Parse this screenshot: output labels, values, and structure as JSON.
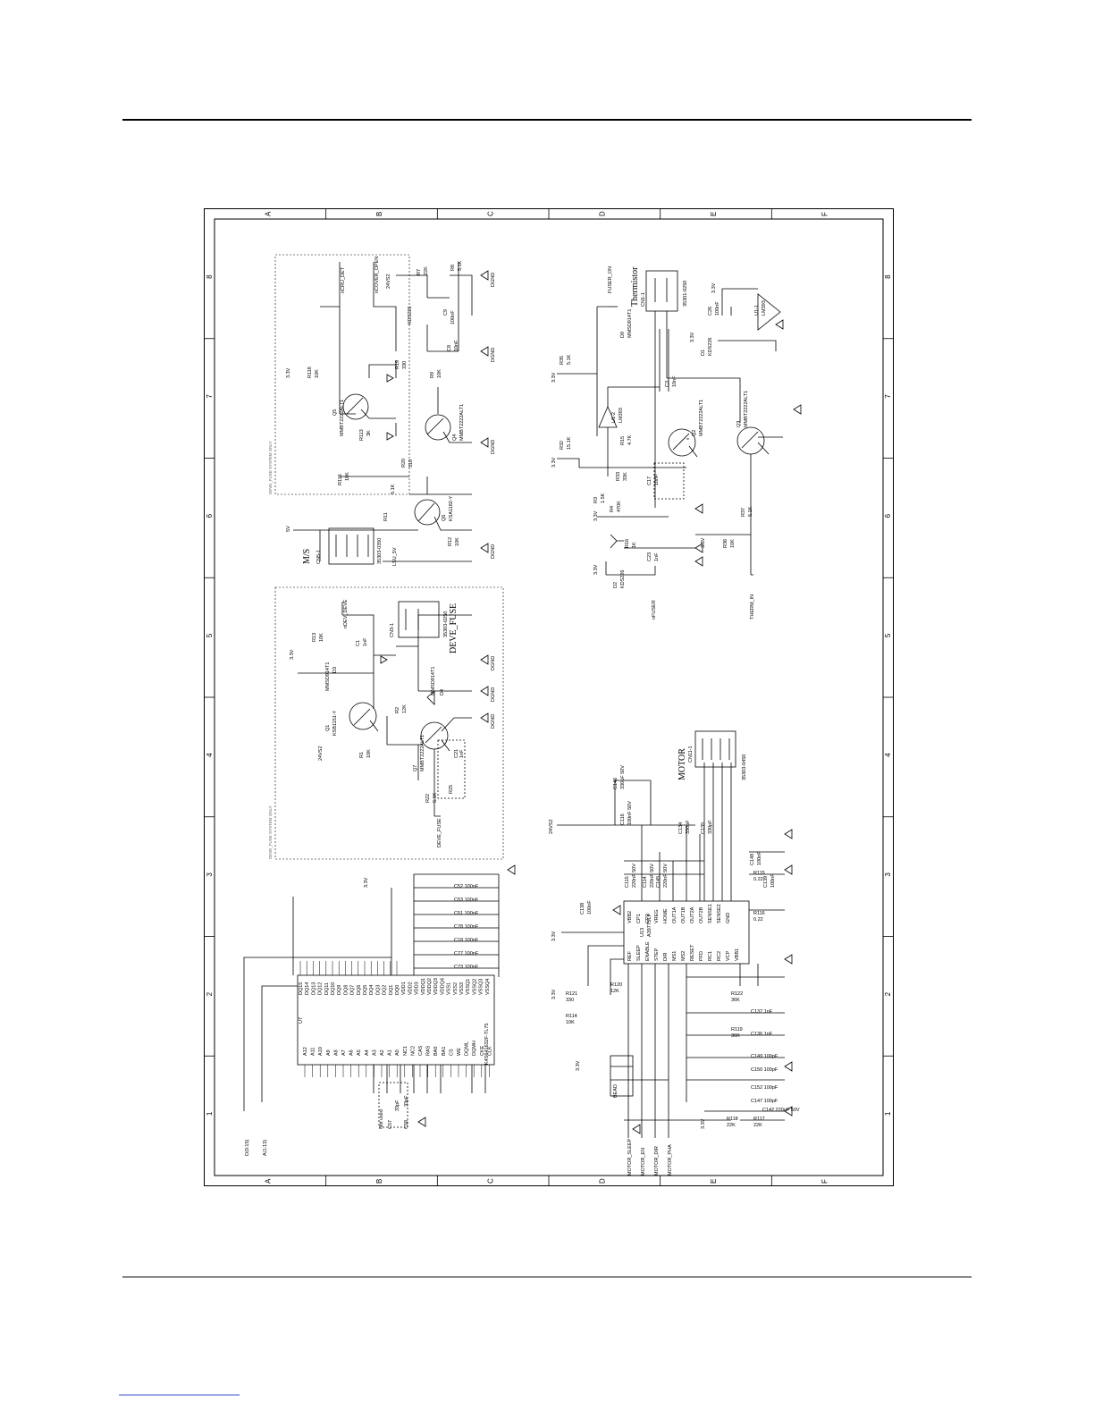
{
  "border": {
    "zones_letters": [
      "A",
      "B",
      "C",
      "D",
      "E",
      "F"
    ],
    "zones_numbers": [
      "8",
      "7",
      "6",
      "5",
      "4",
      "3",
      "2",
      "1"
    ]
  },
  "sections": {
    "deve_fuse_top": "DEVE_FUSE SYSTEM ONLY",
    "deve_fuse_mid": "DEVE_FUSE SYSTEM ONLY"
  },
  "connectors": {
    "mvs": {
      "name": "M/S",
      "ref": "CN5-1",
      "part": "35303-0350"
    },
    "deve_fuse": {
      "name": "DEVE_FUSE",
      "ref": "CN3-1",
      "part": "35303-0250"
    },
    "thermistor": {
      "name": "Thermistor",
      "ref": "CN1-1",
      "part": "35301-0250"
    },
    "motor": {
      "name": "MOTOR",
      "ref": "CN11-1",
      "part": "35303-0450"
    }
  },
  "nets": [
    "nCRU_DET",
    "nCOVER_OPEN",
    "FUSER_ON",
    "nFUSER",
    "THERM_IN",
    "DEVE_FUSE",
    "nDEV_DEVE",
    "5V",
    "3.3V",
    "24VS2",
    "DGND",
    "LSU_5V",
    "D(0:15)",
    "A(1:13)",
    "MOTOR_SLEEP",
    "MOTOR_EN",
    "MOTOR_DIR",
    "MOTOR_PHA"
  ],
  "parts_top_left": [
    {
      "ref": "R118",
      "value": "10K"
    },
    {
      "ref": "R113",
      "value": "3K"
    },
    {
      "ref": "Q5",
      "value": "MMBT2222ALT1"
    },
    {
      "ref": "R116",
      "value": "10K"
    },
    {
      "ref": "R19",
      "value": "330"
    },
    {
      "ref": "R7",
      "value": "22K"
    },
    {
      "ref": "R8",
      "value": "5.1K"
    },
    {
      "ref": "C9",
      "value": "100nF"
    },
    {
      "ref": "C8",
      "value": "10nF"
    },
    {
      "ref": "R9",
      "value": "10K"
    },
    {
      "ref": "Q4",
      "value": "MMBT2222ALT1"
    },
    {
      "ref": "R20",
      "value": "510"
    },
    {
      "ref": "R11",
      "value": "5.1K"
    },
    {
      "ref": "Q6",
      "value": "KSA1182-Y"
    },
    {
      "ref": "R12",
      "value": "10K"
    },
    {
      "ref": "KDS226",
      "value": "D8"
    }
  ],
  "parts_mid_left": [
    {
      "ref": "R13",
      "value": "10K"
    },
    {
      "ref": "C1",
      "value": "1nF"
    },
    {
      "ref": "D3",
      "value": "MMSD914T1"
    },
    {
      "ref": "D4",
      "value": "MMSD914T1"
    },
    {
      "ref": "Q1",
      "value": "KSB1151-Y"
    },
    {
      "ref": "R2",
      "value": "12K"
    },
    {
      "ref": "R1",
      "value": "10K"
    },
    {
      "ref": "Q7",
      "value": "MMBT2222ALT1"
    },
    {
      "ref": "R22",
      "value": "5.1K"
    },
    {
      "ref": "R25",
      "value": "10K"
    },
    {
      "ref": "C21",
      "value": "1nF"
    }
  ],
  "sdram": {
    "ref": "U7",
    "part": "K4S641632F-TL75",
    "caps": [
      {
        "ref": "C52",
        "value": "100nF"
      },
      {
        "ref": "C53",
        "value": "100nF"
      },
      {
        "ref": "C51",
        "value": "100nF"
      },
      {
        "ref": "C78",
        "value": "100nF"
      },
      {
        "ref": "C18",
        "value": "100nF"
      },
      {
        "ref": "C77",
        "value": "100nF"
      },
      {
        "ref": "C73",
        "value": "100nF"
      }
    ],
    "pins_left": [
      "A12",
      "A11",
      "A10",
      "A9",
      "A8",
      "A7",
      "A6",
      "A5",
      "A4",
      "A3",
      "A2",
      "A1",
      "A0",
      "NC1",
      "NC2",
      "CAS",
      "RAS",
      "BA0",
      "BA1",
      "CS",
      "WE",
      "DQML",
      "DQMH",
      "CKE",
      "CLK"
    ],
    "pins_right": [
      "DQ15",
      "DQ14",
      "DQ13",
      "DQ12",
      "DQ11",
      "DQ10",
      "DQ9",
      "DQ8",
      "DQ7",
      "DQ6",
      "DQ5",
      "DQ4",
      "DQ3",
      "DQ2",
      "DQ1",
      "DQ0",
      "VDD1",
      "VDD2",
      "VDD3",
      "VDDQ1",
      "VDDQ2",
      "VDDQ3",
      "VDDQ4",
      "VSS1",
      "VSS2",
      "VSS3",
      "VSSQ1",
      "VSSQ2",
      "VSSQ3",
      "VSSQ4"
    ],
    "not_used": "Not used",
    "c57": {
      "ref": "C57",
      "value": "33pF"
    },
    "c58": {
      "ref": "C58",
      "value": "33pF"
    }
  },
  "fuser": [
    {
      "ref": "R35",
      "value": "5.1K"
    },
    {
      "ref": "D9",
      "value": "MMSD914T1"
    },
    {
      "ref": "U1-2",
      "value": "LM393"
    },
    {
      "ref": "C3",
      "value": "10nF"
    },
    {
      "ref": "Q2",
      "value": "MMBT2222ALT1"
    },
    {
      "ref": "R32",
      "value": "15.1K"
    },
    {
      "ref": "R15",
      "value": "4.7K"
    },
    {
      "ref": "R33",
      "value": "33K"
    },
    {
      "ref": "C17",
      "value": "10nF"
    },
    {
      "ref": "R3",
      "value": "1.5K"
    },
    {
      "ref": "R4",
      "value": "470K"
    },
    {
      "ref": "R16",
      "value": "1K"
    },
    {
      "ref": "C23",
      "value": "1nF"
    },
    {
      "ref": "D2",
      "value": "KDS226"
    },
    {
      "ref": "R36",
      "value": "10K"
    },
    {
      "ref": "R37",
      "value": "5.1K"
    },
    {
      "ref": "Q3",
      "value": "MMBT2222ALT1"
    },
    {
      "ref": "C26",
      "value": "100nF"
    },
    {
      "ref": "D1",
      "value": "KDS226"
    },
    {
      "ref": "U1-1",
      "value": "LM393"
    }
  ],
  "motor_driver": {
    "ref": "U13",
    "part": "A3977SLP",
    "caps": [
      {
        "ref": "C116",
        "value": "100nF 50V"
      },
      {
        "ref": "C115",
        "value": "220nF 50V"
      },
      {
        "ref": "C114",
        "value": "220nF 50V"
      },
      {
        "ref": "C145",
        "value": "220nF 50V"
      },
      {
        "ref": "C146",
        "value": "330uF 50V"
      },
      {
        "ref": "C134",
        "value": "330pF"
      },
      {
        "ref": "C135",
        "value": "330pF"
      },
      {
        "ref": "C138",
        "value": "100nF"
      },
      {
        "ref": "C148",
        "value": "100nF"
      },
      {
        "ref": "C139",
        "value": "100nF"
      }
    ],
    "resistors": [
      {
        "ref": "R115",
        "value": "0.22"
      },
      {
        "ref": "R116",
        "value": "0.22"
      },
      {
        "ref": "R120",
        "value": "12K"
      },
      {
        "ref": "R121",
        "value": "330"
      },
      {
        "ref": "R114",
        "value": "10K"
      },
      {
        "ref": "R122",
        "value": "36K"
      },
      {
        "ref": "R119",
        "value": "36K"
      },
      {
        "ref": "R117",
        "value": "22K"
      },
      {
        "ref": "R118",
        "value": "22K"
      }
    ],
    "small_caps": [
      {
        "ref": "C137",
        "value": "1nF"
      },
      {
        "ref": "C136",
        "value": "1nF"
      },
      {
        "ref": "C149",
        "value": "100pF"
      },
      {
        "ref": "C150",
        "value": "100pF"
      },
      {
        "ref": "C152",
        "value": "100pF"
      },
      {
        "ref": "C147",
        "value": "100pF"
      },
      {
        "ref": "C142",
        "value": "220nF 50V"
      }
    ],
    "pins": [
      "REF",
      "SLEEP",
      "ENABLE",
      "STEP",
      "DIR",
      "MS1",
      "MS2",
      "RESET",
      "PFD",
      "RC1",
      "RC2",
      "VCP",
      "VBB1",
      "VBB2",
      "CP1",
      "CP2",
      "VREG",
      "HOME",
      "OUT1A",
      "OUT1B",
      "OUT2A",
      "OUT2B",
      "SENSE1",
      "SENSE2",
      "GND"
    ],
    "bead": "BEAD"
  }
}
